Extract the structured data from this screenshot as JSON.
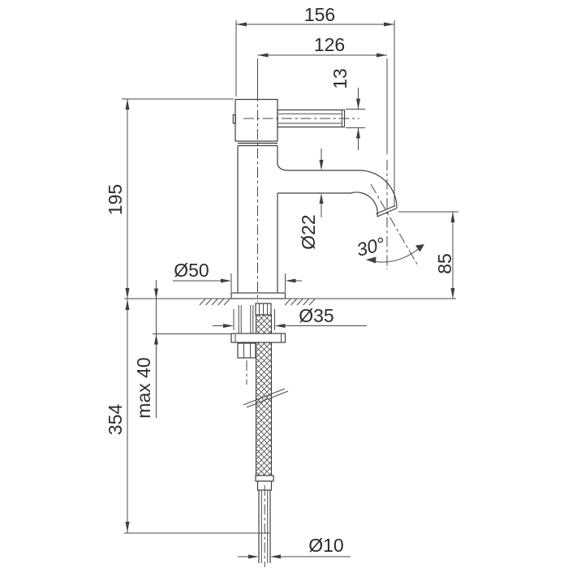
{
  "meta": {
    "background": "#ffffff",
    "line_color": "#3f3f3f",
    "text_color": "#2d2d2d",
    "drawing_subject": "single-lever basin tap technical dimension drawing"
  },
  "labels": {
    "total_width": "156",
    "spout_reach": "126",
    "handle_diameter": "13",
    "height_above_deck": "195",
    "base_diameter": "Ø50",
    "spout_diameter": "Ø22",
    "spout_angle": "30°",
    "outlet_height": "85",
    "mounting_hole_diameter": "Ø35",
    "max_deck_thickness": "max 40",
    "below_deck_length": "354",
    "hose_tail_diameter": "Ø10"
  }
}
